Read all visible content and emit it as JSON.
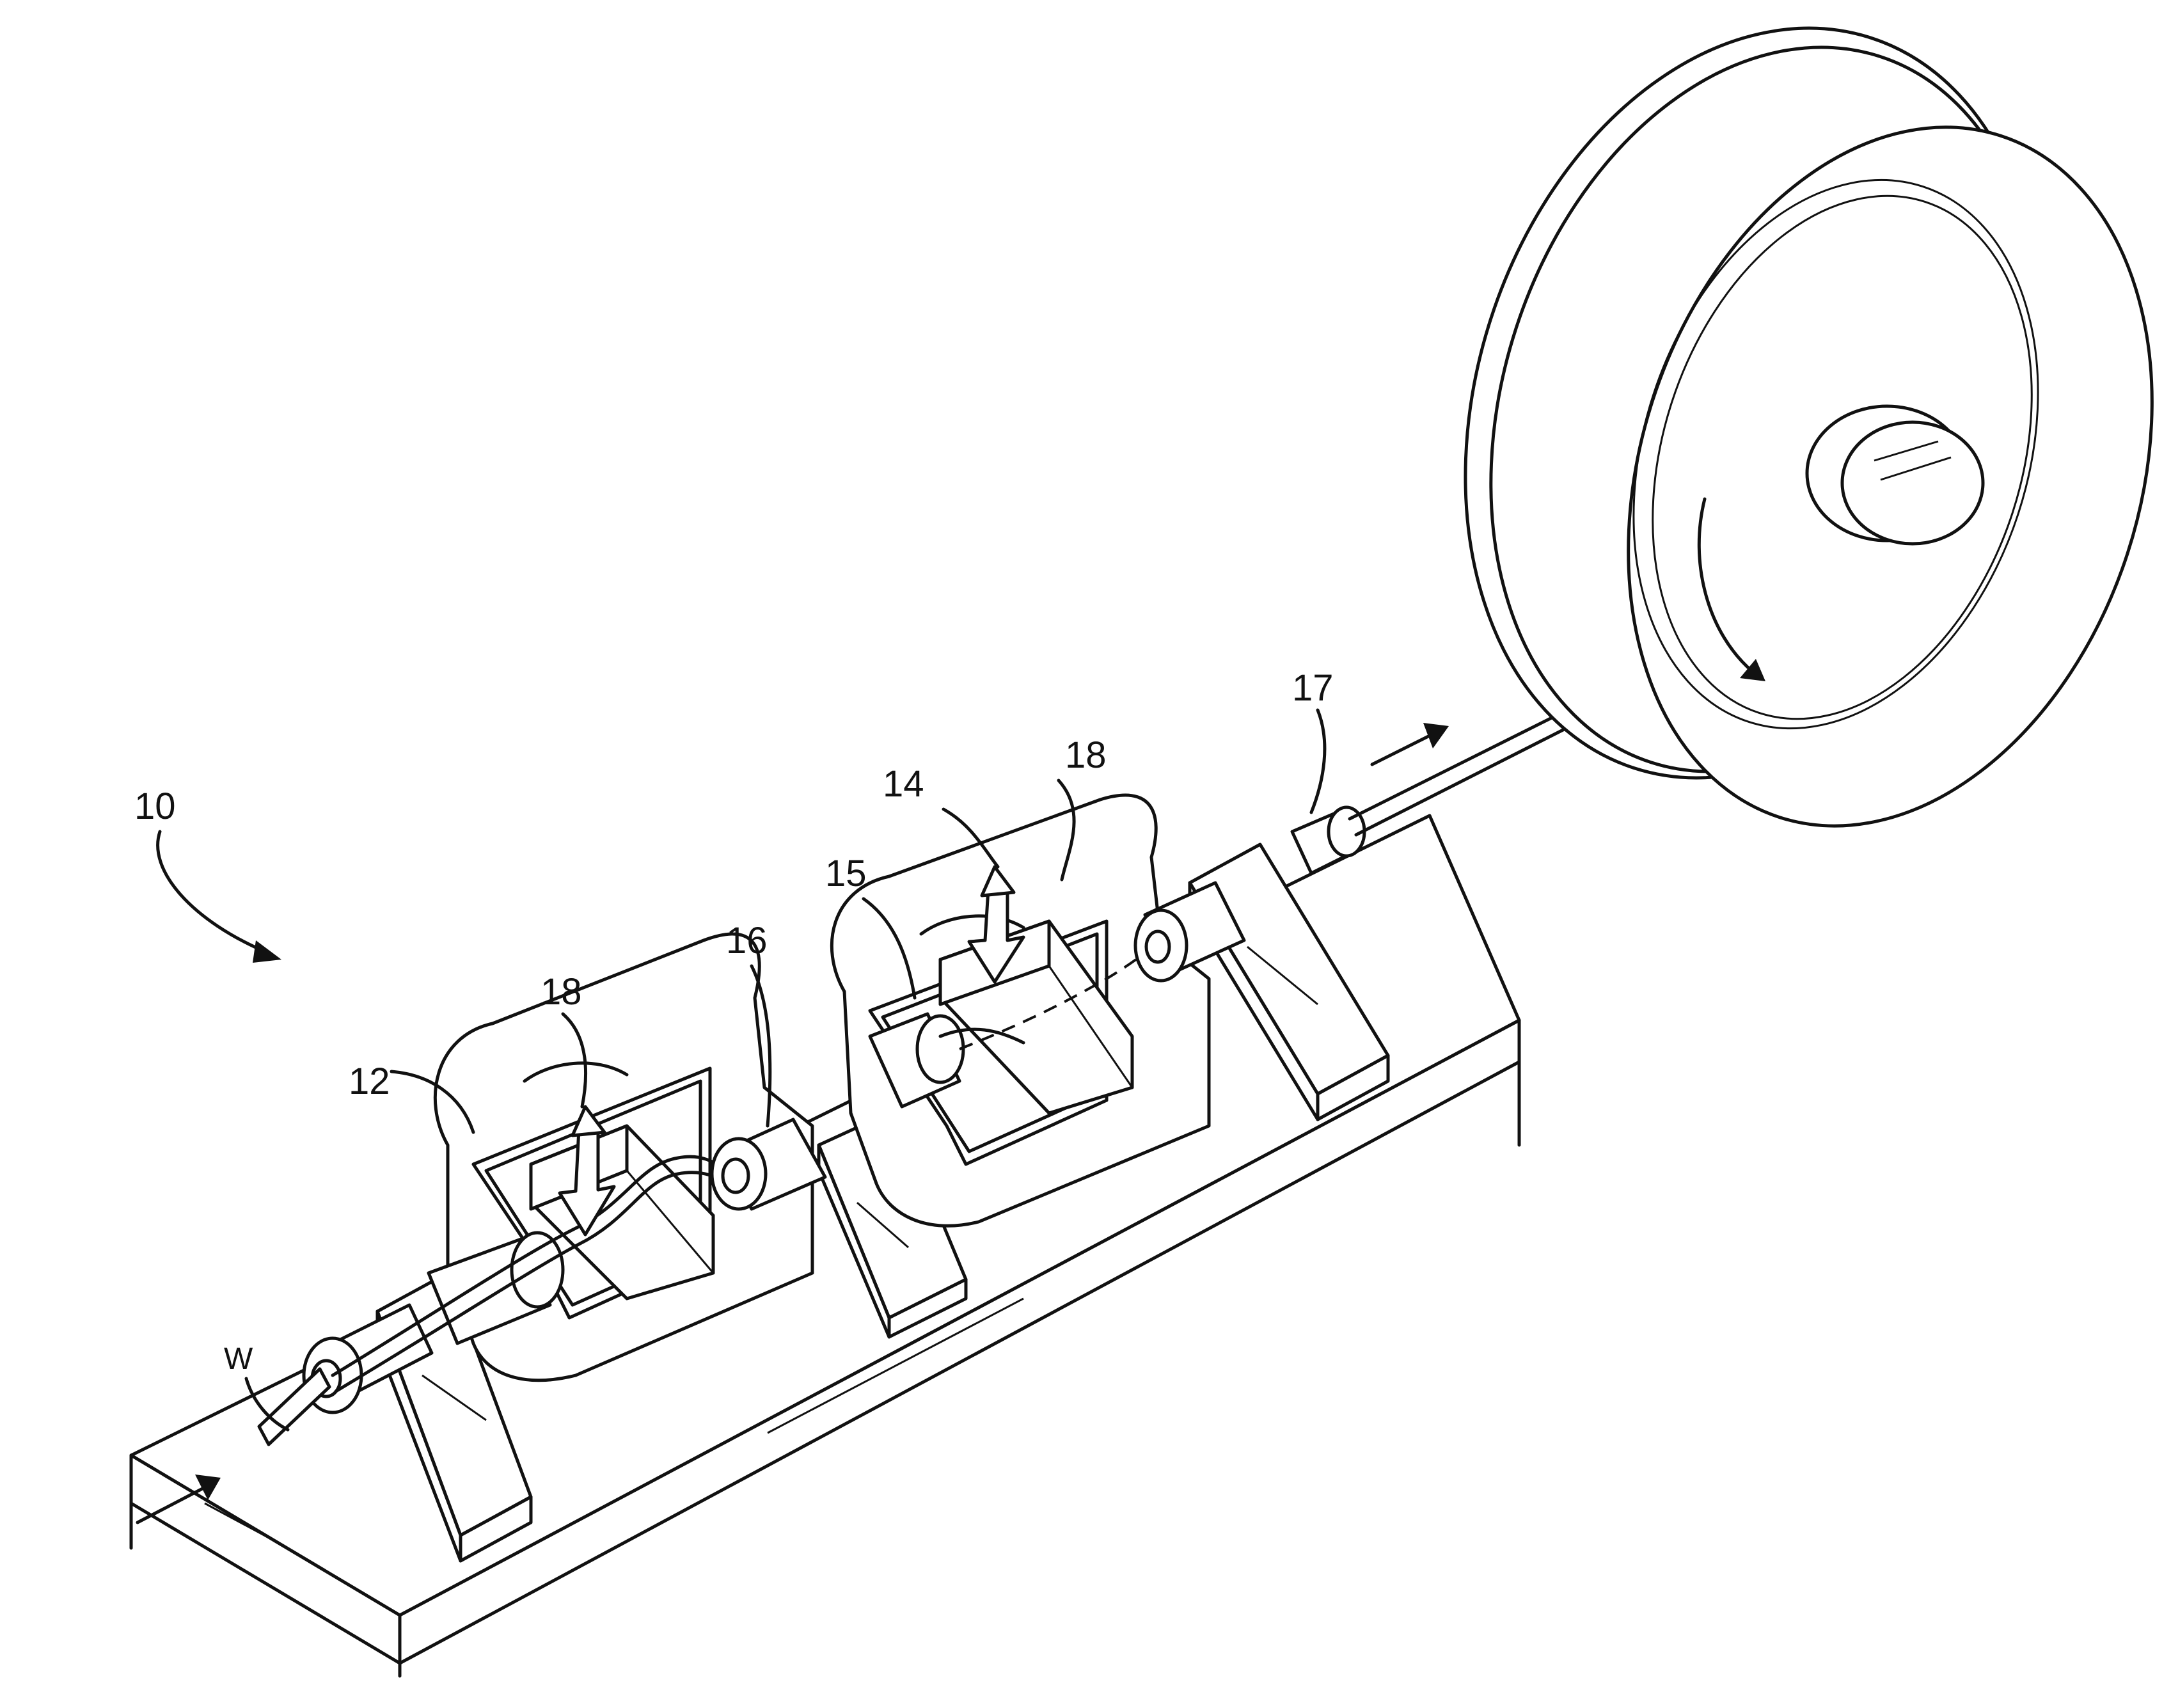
{
  "figure": {
    "reference_numerals": {
      "apparatus": "10",
      "first_unit": "12",
      "second_unit": "14",
      "inner_element": "15",
      "bearing": "16",
      "output_wire": "17",
      "roller_a": "18",
      "roller_b": "18",
      "wire_input": "W"
    }
  }
}
